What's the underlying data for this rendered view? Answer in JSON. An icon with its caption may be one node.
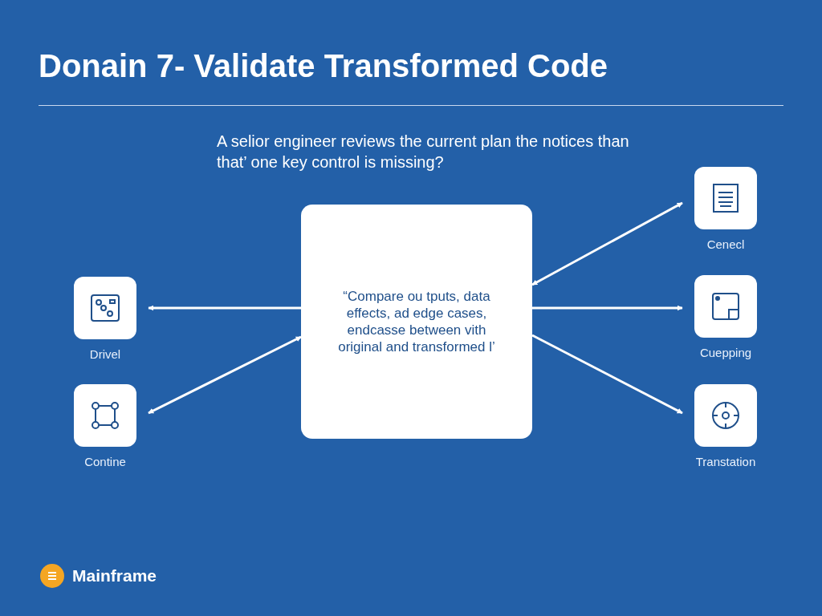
{
  "diagram": {
    "title": "Donain 7- Validate Transformed Code",
    "nodes": [
      {
        "text": [
          "“Compare ou tputs, data effects, ad edge cases, endcasse between vith original and transformed l’"
        ]
      },
      {
        "text": [
          "Drivel"
        ]
      },
      {
        "text": [
          "Contine"
        ]
      },
      {
        "text": [
          "Cenecl"
        ]
      },
      {
        "text": [
          "Cuepping"
        ]
      },
      {
        "text": [
          "Transtation"
        ]
      }
    ],
    "edges": [
      {
        "from": 0,
        "to": 1,
        "arrow": "to"
      },
      {
        "from": 0,
        "to": 2,
        "arrow": "both"
      },
      {
        "from": 0,
        "to": 3,
        "arrow": "both"
      },
      {
        "from": 0,
        "to": 4,
        "arrow": "to"
      },
      {
        "from": 0,
        "to": 5,
        "arrow": "to"
      }
    ],
    "labels": [
      "A selior engineer reviews the current plan the notices than  that’ one key control is missing?",
      "Mainframe"
    ]
  }
}
